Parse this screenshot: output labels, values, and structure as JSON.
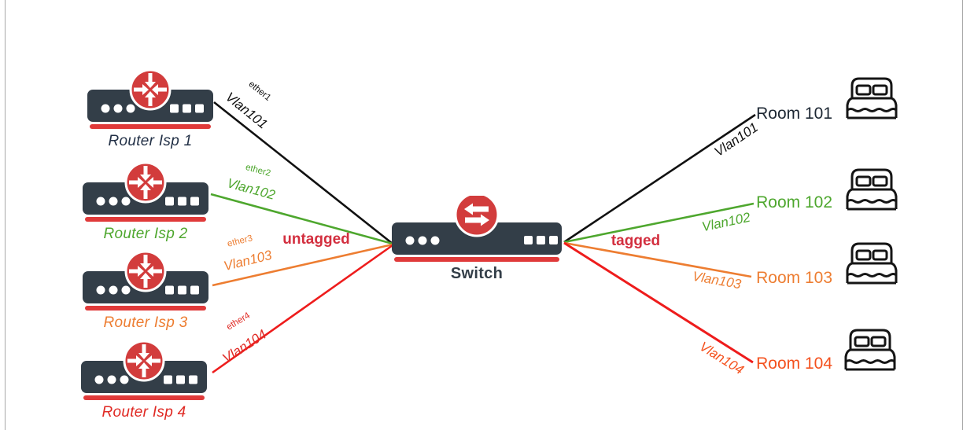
{
  "colors": {
    "device_body": "#333e48",
    "device_red": "#d23c3c",
    "underline_red": "#e03a3a",
    "black": "#111111",
    "green": "#4ea72e",
    "orange": "#ed7d31",
    "red_line": "#ee1c1c",
    "red_text": "#e02a24",
    "orange_red": "#f4511e",
    "crimson_label": "#d32f3f",
    "dark_text": "#233147",
    "switch_text": "#333e48",
    "room1_text": "#1d2733"
  },
  "icons": {
    "router": "router-arrows-icon",
    "switch": "switch-arrows-icon",
    "bed": "bed-icon"
  },
  "labels": {
    "untagged": "untagged",
    "tagged": "tagged"
  },
  "switch": {
    "label": "Switch"
  },
  "routers": [
    {
      "label": "Router Isp 1",
      "port": "ether1",
      "vlan": "Vlan101"
    },
    {
      "label": "Router Isp 2",
      "port": "ether2",
      "vlan": "Vlan102"
    },
    {
      "label": "Router Isp 3",
      "port": "ether3",
      "vlan": "Vlan103"
    },
    {
      "label": "Router Isp 4",
      "port": "ether4",
      "vlan": "Vlan104"
    }
  ],
  "rooms": [
    {
      "label": "Room 101",
      "vlan": "Vlan101"
    },
    {
      "label": "Room 102",
      "vlan": "Vlan102"
    },
    {
      "label": "Room 103",
      "vlan": "Vlan103"
    },
    {
      "label": "Room 104",
      "vlan": "Vlan104"
    }
  ]
}
